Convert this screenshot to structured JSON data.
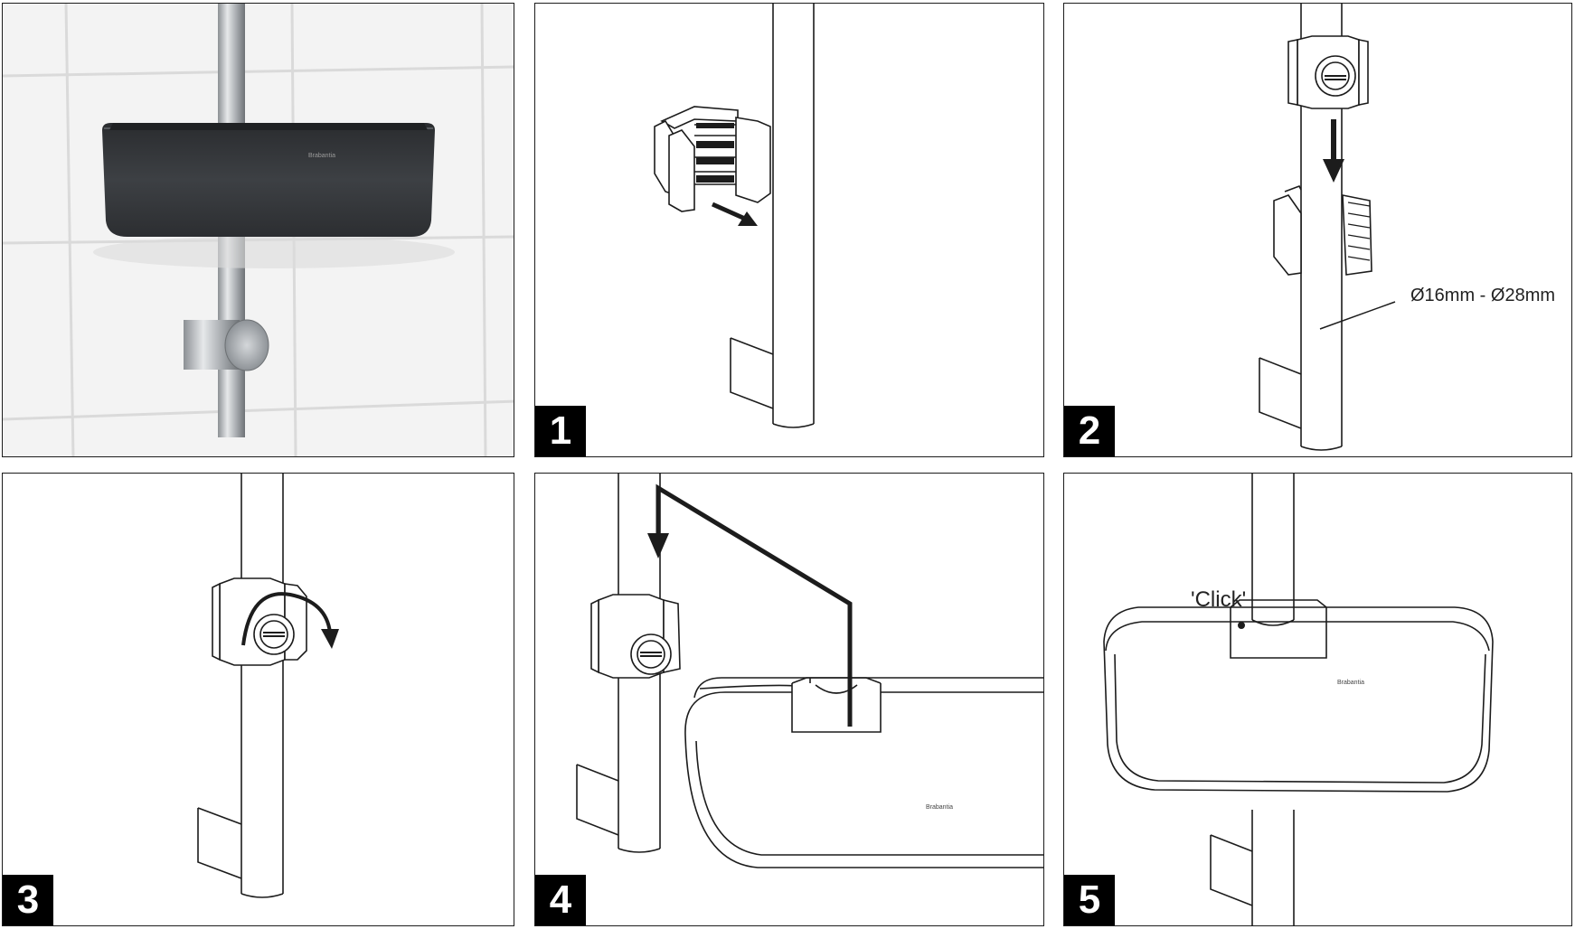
{
  "figure": {
    "panels": [
      {
        "id": "product-photo",
        "brand": "Brabantia"
      },
      {
        "id": "step-1",
        "number": "1"
      },
      {
        "id": "step-2",
        "number": "2",
        "annotation": "Ø16mm - Ø28mm"
      },
      {
        "id": "step-3",
        "number": "3"
      },
      {
        "id": "step-4",
        "number": "4",
        "brand": "Brabantia"
      },
      {
        "id": "step-5",
        "number": "5",
        "annotation": "'Click'",
        "brand": "Brabantia"
      }
    ]
  },
  "colors": {
    "line": "#1c1c1c",
    "step_label_bg": "#000000",
    "step_label_text": "#ffffff",
    "tile": "#f2f2f2",
    "grout": "#dcdcdc",
    "basket_dark": "#3b3d40",
    "steel": "#b9bcbf"
  },
  "icons": [
    "arrow-right-icon",
    "arrow-down-icon",
    "rotate-clockwise-icon",
    "click-indicator"
  ]
}
